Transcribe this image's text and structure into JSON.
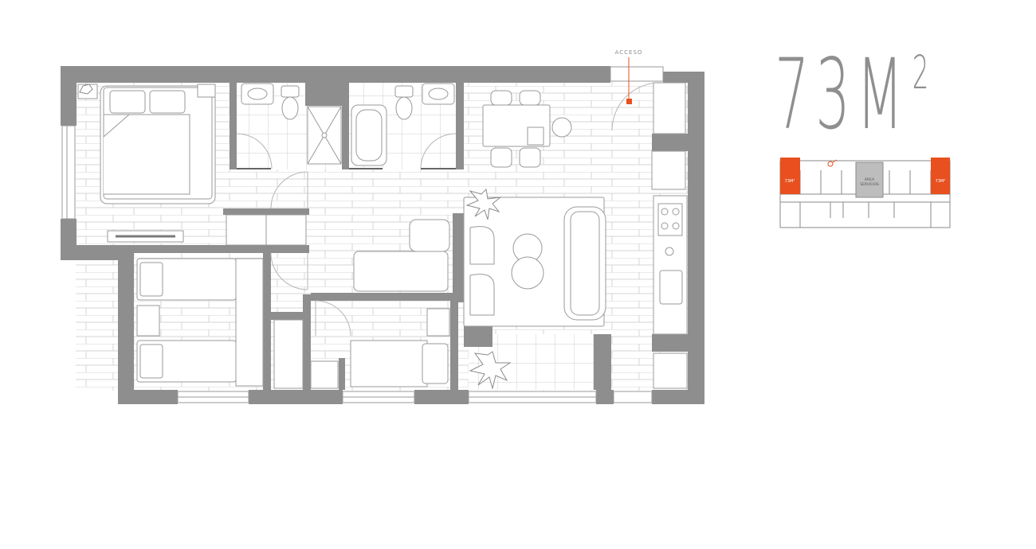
{
  "header": {
    "area_number": "73",
    "area_unit": "M",
    "area_superscript": "2"
  },
  "plan": {
    "access_label": "ACCESO"
  },
  "keyplan": {
    "left_unit_label": "73M²",
    "right_unit_label": "73M²",
    "core_label_line1": "ÁREA",
    "core_label_line2": "SERVICIOS"
  },
  "colors": {
    "wall": "#8e8e8e",
    "accent": "#e8501f",
    "floor_line": "#d9d9d9",
    "furniture_stroke": "#9a9a9a",
    "text_grey": "#8f8f8f"
  },
  "icons": [
    "access-marker-icon",
    "compass-north-icon",
    "plant-icon",
    "stove-icon",
    "sink-icon",
    "toilet-icon"
  ]
}
